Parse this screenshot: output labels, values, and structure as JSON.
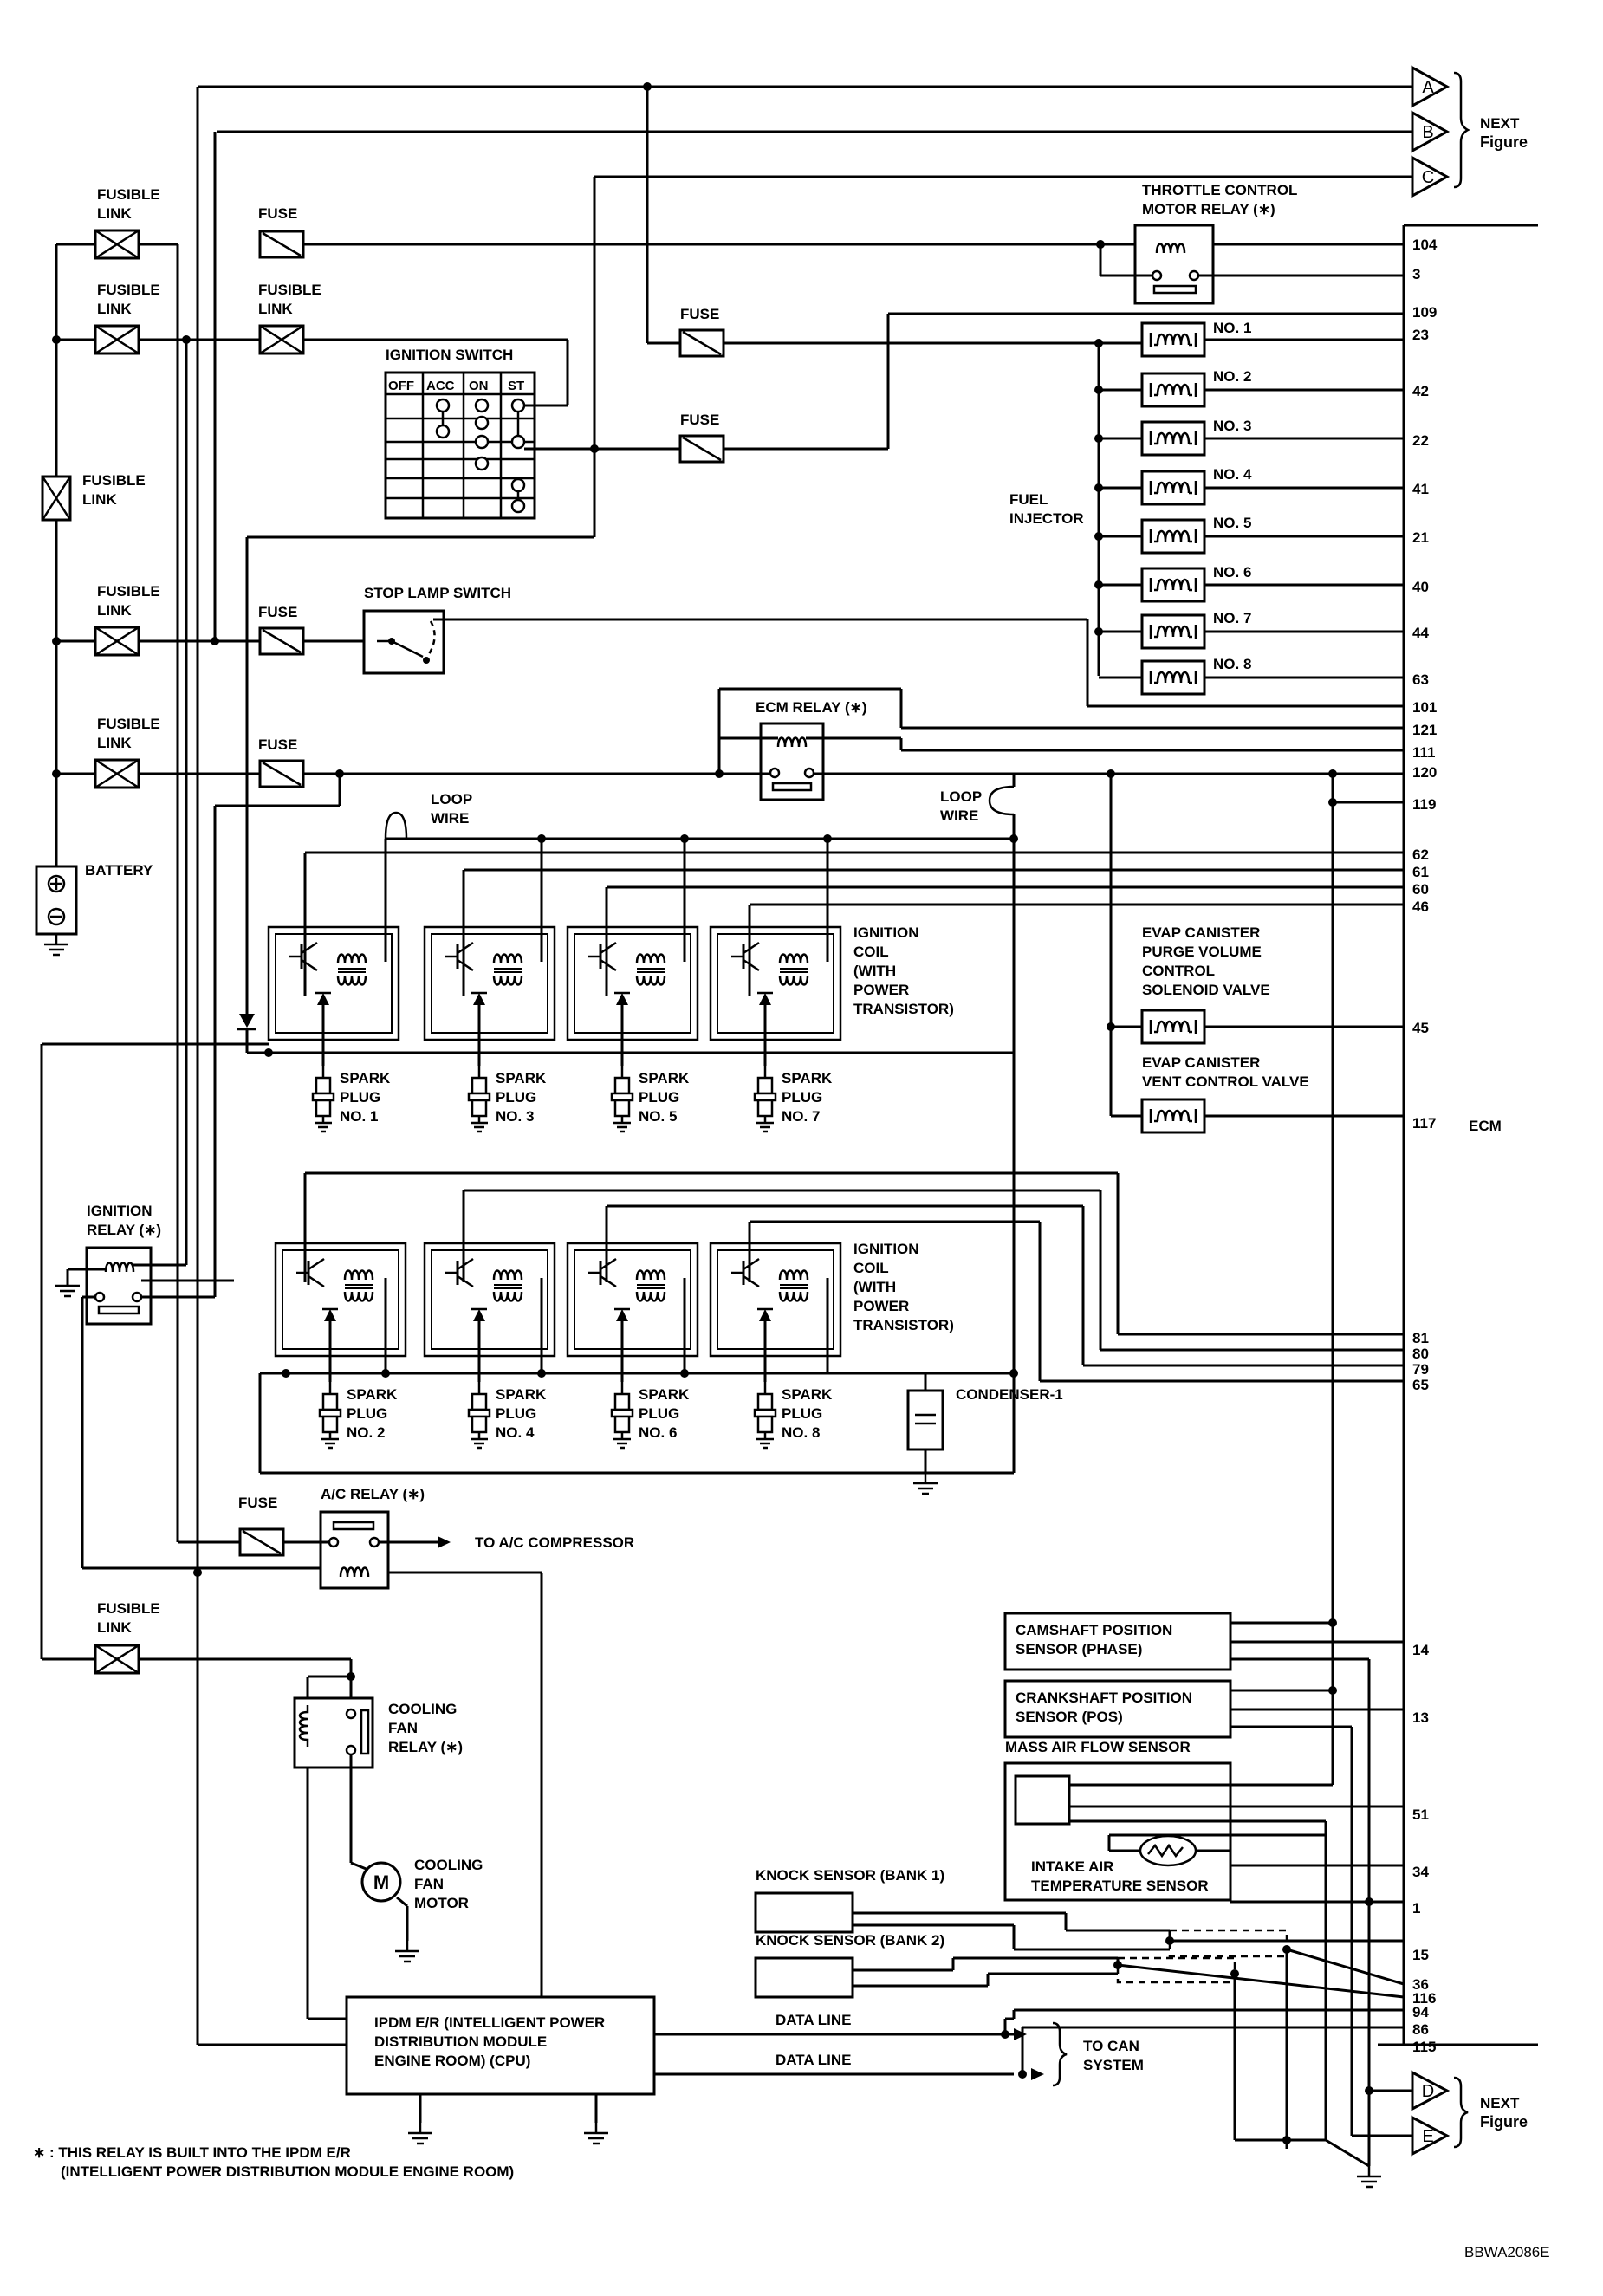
{
  "labels": {
    "fusible_link": [
      "FUSIBLE",
      "LINK"
    ],
    "fuse": "FUSE",
    "battery": "BATTERY",
    "ignition_switch": "IGNITION SWITCH",
    "ign_cols": [
      "OFF",
      "ACC",
      "ON",
      "ST"
    ],
    "stop_lamp_switch": "STOP LAMP SWITCH",
    "throttle_relay": [
      "THROTTLE CONTROL",
      "MOTOR RELAY (∗)"
    ],
    "ecm_relay": "ECM RELAY (∗)",
    "fuel_injector": [
      "FUEL",
      "INJECTOR"
    ],
    "injectors": [
      "NO. 1",
      "NO. 2",
      "NO. 3",
      "NO. 4",
      "NO. 5",
      "NO. 6",
      "NO. 7",
      "NO. 8"
    ],
    "loop_wire": [
      "LOOP",
      "WIRE"
    ],
    "ignition_coil": [
      "IGNITION",
      "COIL",
      "(WITH",
      "POWER",
      "TRANSISTOR)"
    ],
    "spark_plug": [
      "SPARK",
      "PLUG"
    ],
    "plugs_row1": [
      "NO. 1",
      "NO. 3",
      "NO. 5",
      "NO. 7"
    ],
    "plugs_row2": [
      "NO. 2",
      "NO. 4",
      "NO. 6",
      "NO. 8"
    ],
    "evap_purge": [
      "EVAP CANISTER",
      "PURGE VOLUME",
      "CONTROL",
      "SOLENOID VALVE"
    ],
    "evap_vent": [
      "EVAP CANISTER",
      "VENT CONTROL VALVE"
    ],
    "ecm": "ECM",
    "ignition_relay": [
      "IGNITION",
      "RELAY (∗)"
    ],
    "condenser": "CONDENSER-1",
    "ac_relay": "A/C RELAY (∗)",
    "to_ac": "TO A/C COMPRESSOR",
    "cooling_fan_relay": [
      "COOLING",
      "FAN",
      "RELAY (∗)"
    ],
    "cooling_fan_motor": [
      "COOLING",
      "FAN",
      "MOTOR"
    ],
    "motor_symbol": "M",
    "camshaft": [
      "CAMSHAFT POSITION",
      "SENSOR (PHASE)"
    ],
    "crankshaft": [
      "CRANKSHAFT POSITION",
      "SENSOR (POS)"
    ],
    "maf": "MASS AIR FLOW SENSOR",
    "intake_air": [
      "INTAKE AIR",
      "TEMPERATURE SENSOR"
    ],
    "knock1": "KNOCK SENSOR (BANK 1)",
    "knock2": "KNOCK SENSOR (BANK 2)",
    "ipdm": [
      "IPDM E/R (INTELLIGENT POWER",
      "DISTRIBUTION MODULE",
      "ENGINE ROOM) (CPU)"
    ],
    "data_line": "DATA LINE",
    "to_can": [
      "TO CAN",
      "SYSTEM"
    ],
    "next_figure": [
      "NEXT",
      "Figure"
    ],
    "connectors_top": [
      "A",
      "B",
      "C"
    ],
    "connectors_bottom": [
      "D",
      "E"
    ],
    "footnote": [
      "∗ : THIS RELAY IS BUILT INTO THE IPDM E/R",
      "(INTELLIGENT POWER DISTRIBUTION MODULE ENGINE ROOM)"
    ],
    "code": "BBWA2086E"
  },
  "ecm_pins": [
    "104",
    "3",
    "109",
    "23",
    "42",
    "22",
    "41",
    "21",
    "40",
    "44",
    "63",
    "101",
    "121",
    "111",
    "120",
    "119",
    "62",
    "61",
    "60",
    "46",
    "45",
    "117",
    "81",
    "80",
    "79",
    "65",
    "14",
    "13",
    "51",
    "34",
    "1",
    "15",
    "36",
    "116",
    "94",
    "86",
    "115"
  ]
}
